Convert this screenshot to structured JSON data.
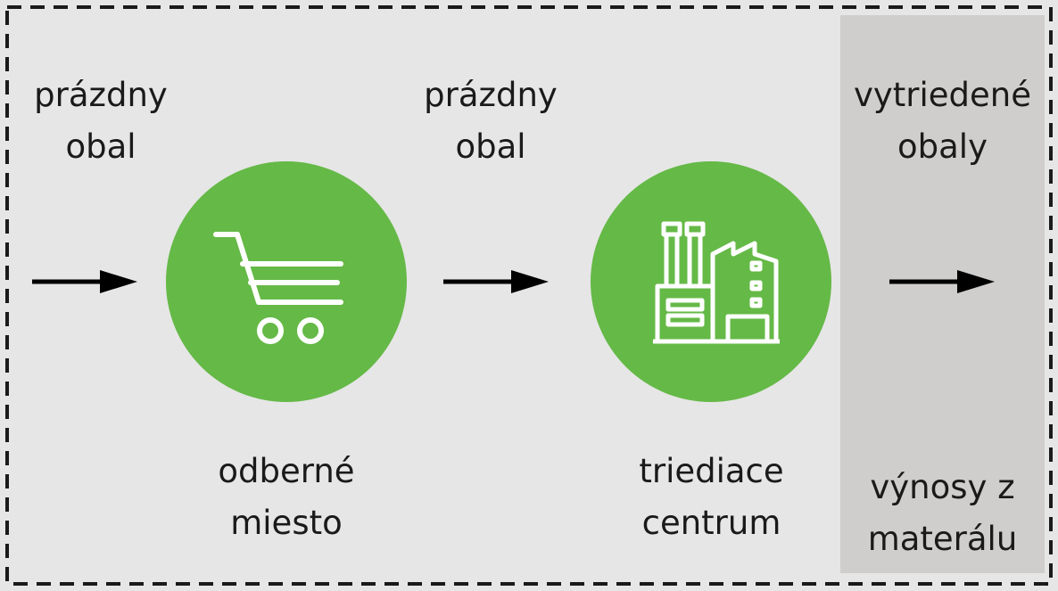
{
  "diagram": {
    "colors": {
      "background": "#e6e6e6",
      "output_panel": "#cfcecc",
      "node_fill": "#65b947",
      "arrow": "#000000",
      "border": "#1a1a1a"
    },
    "inputs": [
      {
        "line1": "prázdny",
        "line2": "obal"
      },
      {
        "line1": "prázdny",
        "line2": "obal"
      }
    ],
    "nodes": [
      {
        "icon": "shopping-cart-icon",
        "line1": "odberné",
        "line2": "miesto"
      },
      {
        "icon": "factory-icon",
        "line1": "triediace",
        "line2": "centrum"
      }
    ],
    "output": {
      "top_line1": "vytriedené",
      "top_line2": "obaly",
      "bottom_line1": "výnosy z",
      "bottom_line2": "materálu"
    }
  }
}
